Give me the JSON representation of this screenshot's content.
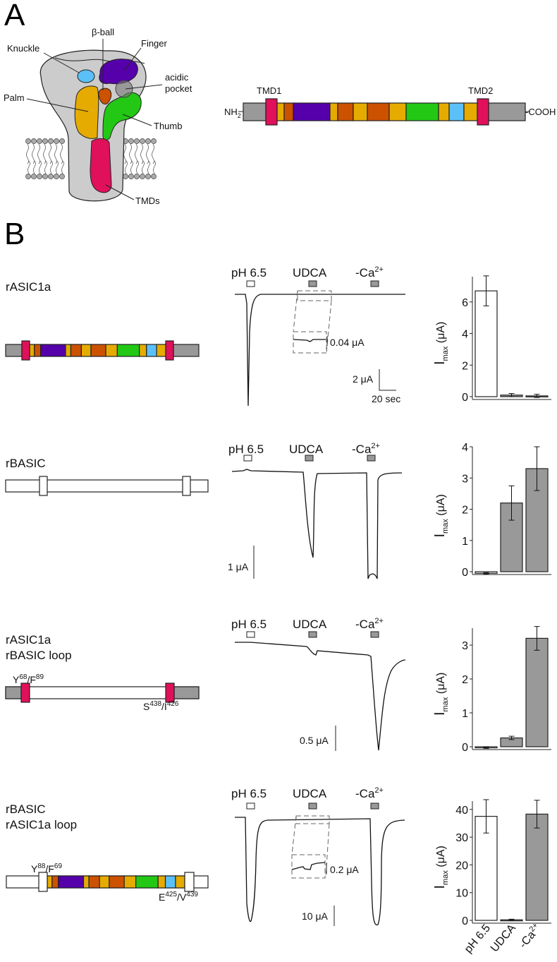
{
  "panel_a": {
    "letter": "A",
    "labels": {
      "knuckle": "Knuckle",
      "beta_ball": "β-ball",
      "finger": "Finger",
      "acidic": "acidic",
      "pocket": "pocket",
      "palm": "Palm",
      "thumb": "Thumb",
      "tmds": "TMDs"
    },
    "linear": {
      "tmd1": "TMD1",
      "tmd2": "TMD2",
      "nterm": "NH",
      "nterm_sub": "2",
      "cterm": "-COOH"
    }
  },
  "panel_b": {
    "letter": "B",
    "rows": [
      {
        "name_line1": "rASIC1a",
        "name_line2": "",
        "inset_scale": "0.04 μA",
        "scale_y": "2 μA",
        "scale_x": "20 sec"
      },
      {
        "name_line1": "rBASIC",
        "name_line2": "",
        "scale_y": "1 μA"
      },
      {
        "name_line1": "rASIC1a",
        "name_line2": "rBASIC loop",
        "scale_y": "0.5 μA",
        "site_left": "Y",
        "site_left_sup1": "68",
        "site_left_mid": "/F",
        "site_left_sup2": "89",
        "site_right": "S",
        "site_right_sup1": "438",
        "site_right_mid": "/I",
        "site_right_sup2": "426"
      },
      {
        "name_line1": "rBASIC",
        "name_line2": "rASIC1a loop",
        "inset_scale": "0.2 μA",
        "scale_y": "10 μA",
        "site_left": "Y",
        "site_left_sup1": "88",
        "site_left_mid": "/F",
        "site_left_sup2": "69",
        "site_right": "E",
        "site_right_sup1": "425",
        "site_right_mid": "/V",
        "site_right_sup2": "439"
      }
    ],
    "stimuli": {
      "ph": "pH 6.5",
      "udca": "UDCA",
      "ca": "-Ca",
      "ca_sup": "2+"
    }
  },
  "colors": {
    "gray": "#999999",
    "tmd": "#e0105a",
    "yellow": "#e5ab00",
    "orange": "#cc5200",
    "purple": "#5500aa",
    "green": "#22c814",
    "blue": "#5bc0f8",
    "body": "#cccccc"
  },
  "chart_data": [
    {
      "type": "bar",
      "title": "rASIC1a",
      "categories": [
        "pH 6.5",
        "UDCA",
        "-Ca2+"
      ],
      "values": [
        6.7,
        0.1,
        0.05
      ],
      "errors": [
        0.95,
        0.1,
        0.1
      ],
      "ylabel": "Imax (μA)",
      "ylim": [
        0,
        7.6
      ],
      "yticks": [
        0,
        2,
        4,
        6
      ],
      "fills": [
        "white",
        "gray",
        "gray"
      ]
    },
    {
      "type": "bar",
      "title": "rBASIC",
      "categories": [
        "pH 6.5",
        "UDCA",
        "-Ca2+"
      ],
      "values": [
        -0.05,
        2.2,
        3.3
      ],
      "errors": [
        0.02,
        0.55,
        0.7
      ],
      "ylabel": "Imax (μA)",
      "ylim": [
        0,
        4
      ],
      "yticks": [
        0,
        1,
        2,
        3,
        4
      ],
      "fills": [
        "white",
        "gray",
        "gray"
      ]
    },
    {
      "type": "bar",
      "title": "rASIC1a rBASIC loop",
      "categories": [
        "pH 6.5",
        "UDCA",
        "-Ca2+"
      ],
      "values": [
        -0.03,
        0.26,
        3.2
      ],
      "errors": [
        0.02,
        0.05,
        0.35
      ],
      "ylabel": "Imax (μA)",
      "ylim": [
        0,
        3.5
      ],
      "yticks": [
        0,
        1,
        2,
        3
      ],
      "fills": [
        "white",
        "gray",
        "gray"
      ]
    },
    {
      "type": "bar",
      "title": "rBASIC rASIC1a loop",
      "categories": [
        "pH 6.5",
        "UDCA",
        "-Ca2+"
      ],
      "values": [
        37.5,
        0.2,
        38.3
      ],
      "errors": [
        6,
        0.2,
        5
      ],
      "ylabel": "Imax (μA)",
      "ylim": [
        0,
        43
      ],
      "yticks": [
        0,
        10,
        20,
        30,
        40
      ],
      "fills": [
        "white",
        "gray",
        "gray"
      ]
    }
  ],
  "axis": {
    "ylabel_main": "I",
    "ylabel_sub": "max",
    "ylabel_unit": " (μA)",
    "xlabels": [
      "pH 6.5",
      "UDCA",
      "-Ca"
    ],
    "xlabel_ca_sup": "2+"
  }
}
